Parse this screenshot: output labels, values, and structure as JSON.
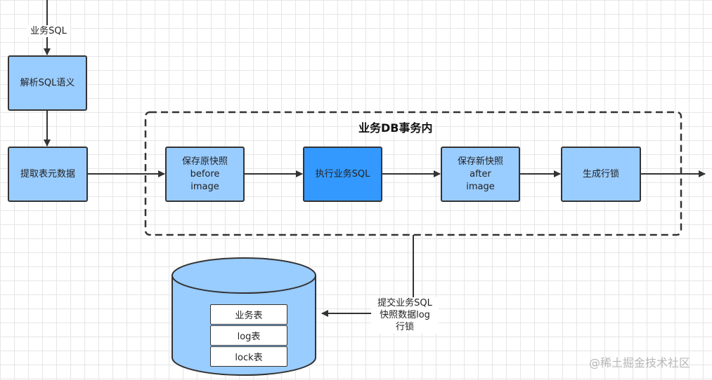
{
  "nodes": {
    "parse": "解析SQL语义",
    "extract": "提取表元数据",
    "before": [
      "保存原快照",
      "before",
      "image"
    ],
    "execute": "执行业务SQL",
    "after": [
      "保存新快照",
      "after",
      "image"
    ],
    "lock": "生成行锁"
  },
  "edge_labels": {
    "input": "业务SQL",
    "commit": [
      "提交业务SQL",
      "快照数据log",
      "行锁"
    ]
  },
  "group": {
    "title": "业务DB事务内"
  },
  "database": {
    "tables": [
      "业务表",
      "log表",
      "lock表"
    ]
  },
  "watermark": "@稀土掘金技术社区",
  "colors": {
    "node_fill": "#99ccff",
    "node_highlight": "#3399ff",
    "border": "#333333"
  }
}
